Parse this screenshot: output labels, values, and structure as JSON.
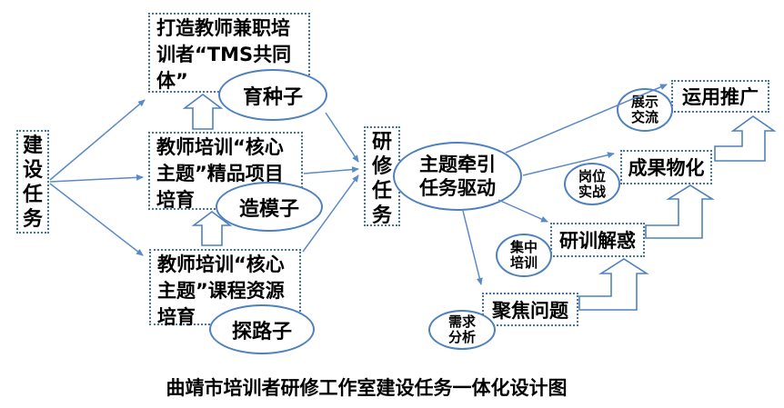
{
  "caption": "曲靖市培训者研修工作室建设任务一体化设计图",
  "colors": {
    "line": "#5b8ac6",
    "box_border": "#4573ab",
    "ellipse_border": "#4f81bd",
    "text": "#000000",
    "background": "#ffffff"
  },
  "left": {
    "task_box": "建设任务"
  },
  "build_tasks": [
    {
      "label": "打造教师兼职培训者“TMS共同体”",
      "tag": "育种子"
    },
    {
      "label": "教师培训“核心主题”精品项目培育",
      "tag": "造模子"
    },
    {
      "label": "教师培训“核心主题”课程资源培育",
      "tag": "探路子"
    }
  ],
  "research": {
    "task_box": "研修任务",
    "hub": "主题牵引任务驱动"
  },
  "stages": [
    {
      "tag": "需求分析",
      "label": "聚焦问题"
    },
    {
      "tag": "集中培训",
      "label": "研训解惑"
    },
    {
      "tag": "岗位实战",
      "label": "成果物化"
    },
    {
      "tag": "展示交流",
      "label": "运用推广"
    }
  ]
}
